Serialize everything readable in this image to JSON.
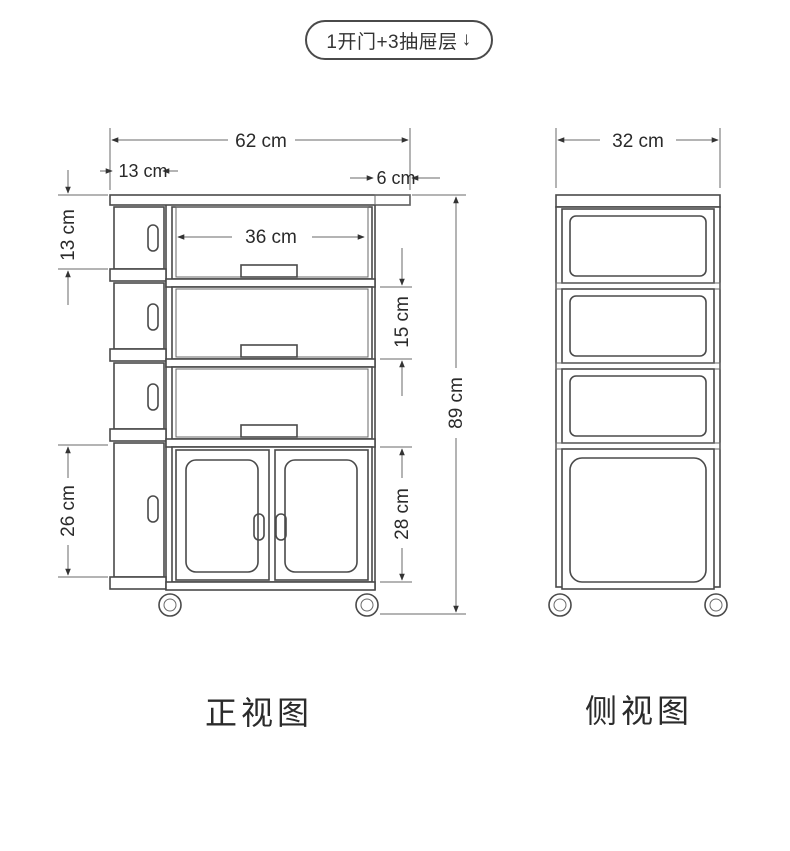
{
  "header": {
    "label": "1开门+3抽屉层",
    "arrow_icon": "down-arrow-icon"
  },
  "front_view": {
    "title": "正视图",
    "dims": {
      "total_width": "62 cm",
      "side_width": "13 cm",
      "overhang": "6 cm",
      "drawer_inner_width": "36 cm",
      "drawer_height": "15 cm",
      "side_drawer_height": "13 cm",
      "side_cabinet_height": "26 cm",
      "cabinet_height": "28 cm",
      "total_height": "89 cm"
    }
  },
  "side_view": {
    "title": "侧视图",
    "dims": {
      "depth": "32 cm"
    }
  }
}
